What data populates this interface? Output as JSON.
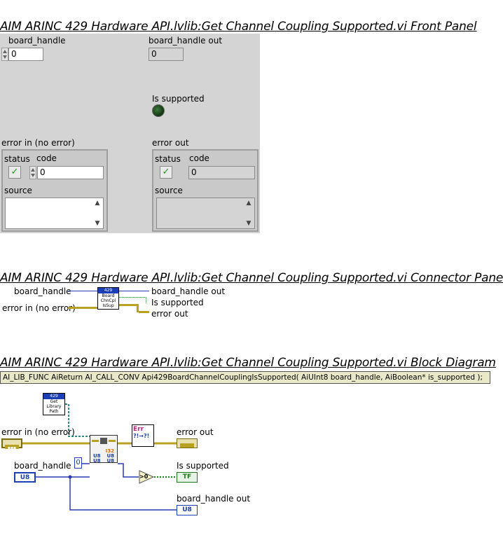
{
  "front_panel": {
    "title": "AIM ARINC 429 Hardware API.lvlib:Get Channel Coupling Supported.vi Front Panel",
    "board_handle": {
      "label": "board_handle",
      "value": "0"
    },
    "board_handle_out": {
      "label": "board_handle out",
      "value": "0"
    },
    "is_supported": {
      "label": "Is supported"
    },
    "error_in": {
      "label": "error in (no error)",
      "status_label": "status",
      "code_label": "code",
      "code_value": "0",
      "source_label": "source",
      "status_mark": "✓"
    },
    "error_out": {
      "label": "error out",
      "status_label": "status",
      "code_label": "code",
      "code_value": "0",
      "source_label": "source",
      "status_mark": "✓"
    }
  },
  "connector_pane": {
    "title": "AIM ARINC 429 Hardware API.lvlib:Get Channel Coupling Supported.vi Connector Pane",
    "inputs": [
      "board_handle",
      "error in (no error)"
    ],
    "outputs": [
      "board_handle out",
      "Is supported",
      "error out"
    ],
    "icon": {
      "badge": "429",
      "lines": [
        "Board",
        "ChnCpl",
        "IsSup"
      ]
    }
  },
  "block_diagram": {
    "title": "AIM ARINC 429 Hardware API.lvlib:Get Channel Coupling Supported.vi Block Diagram",
    "dll_call": "AI_LIB_FUNC AiReturn AI_CALL_CONV Api429BoardChannelCouplingIsSupported( AiUInt8 board_handle, AiBoolean* is_supported );",
    "get_library_path": {
      "badge": "429",
      "lines": [
        "Get",
        "Library",
        "Path"
      ]
    },
    "labels": {
      "error_in": "error in (no error)",
      "error_out": "error out",
      "board_handle": "board_handle",
      "is_supported": "Is supported",
      "board_handle_out": "board_handle out"
    },
    "terminals": {
      "u8": "U8",
      "tf": "TF",
      "const_zero": "0",
      "compare": ">0",
      "err_text": "Err",
      "err_conv": "?!→?!"
    },
    "clfn_rows": [
      "I32",
      "U8",
      "U8"
    ]
  }
}
